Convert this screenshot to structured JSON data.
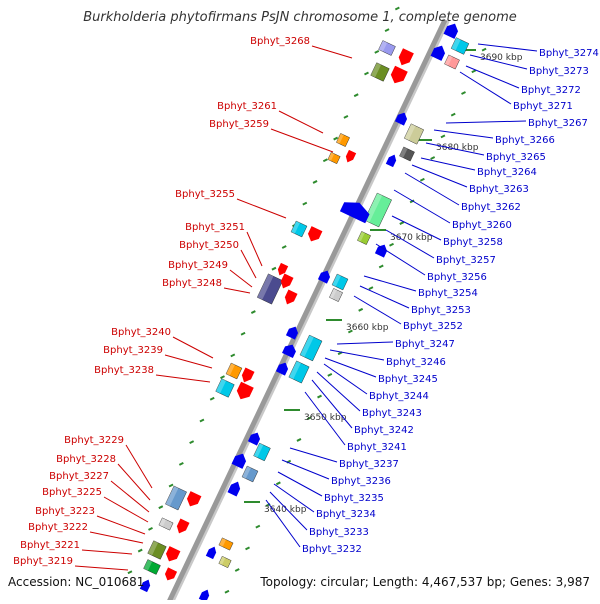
{
  "title": "Burkholderia phytofirmans PsJN chromosome 1, complete genome",
  "accession": "Accession: NC_010681",
  "summary": "Topology: circular; Length: 4,467,537 bp; Genes: 3,987",
  "colors": {
    "left_labels": "#cc0000",
    "right_labels": "#0000cc",
    "backbone": "#999999",
    "tick": "#2e8b2e"
  },
  "scale_ticks": [
    "3690 kbp",
    "3680 kbp",
    "3670 kbp",
    "3660 kbp",
    "3650 kbp",
    "3640 kbp"
  ],
  "left_genes": [
    "Bphyt_3268",
    "Bphyt_3261",
    "Bphyt_3259",
    "Bphyt_3255",
    "Bphyt_3251",
    "Bphyt_3250",
    "Bphyt_3249",
    "Bphyt_3248",
    "Bphyt_3240",
    "Bphyt_3239",
    "Bphyt_3238",
    "Bphyt_3229",
    "Bphyt_3228",
    "Bphyt_3227",
    "Bphyt_3225",
    "Bphyt_3223",
    "Bphyt_3222",
    "Bphyt_3221",
    "Bphyt_3219"
  ],
  "right_genes": [
    "Bphyt_3274",
    "Bphyt_3273",
    "Bphyt_3272",
    "Bphyt_3271",
    "Bphyt_3267",
    "Bphyt_3266",
    "Bphyt_3265",
    "Bphyt_3264",
    "Bphyt_3263",
    "Bphyt_3262",
    "Bphyt_3260",
    "Bphyt_3258",
    "Bphyt_3257",
    "Bphyt_3256",
    "Bphyt_3254",
    "Bphyt_3253",
    "Bphyt_3252",
    "Bphyt_3247",
    "Bphyt_3246",
    "Bphyt_3245",
    "Bphyt_3244",
    "Bphyt_3243",
    "Bphyt_3242",
    "Bphyt_3241",
    "Bphyt_3237",
    "Bphyt_3236",
    "Bphyt_3235",
    "Bphyt_3234",
    "Bphyt_3233",
    "Bphyt_3232"
  ]
}
